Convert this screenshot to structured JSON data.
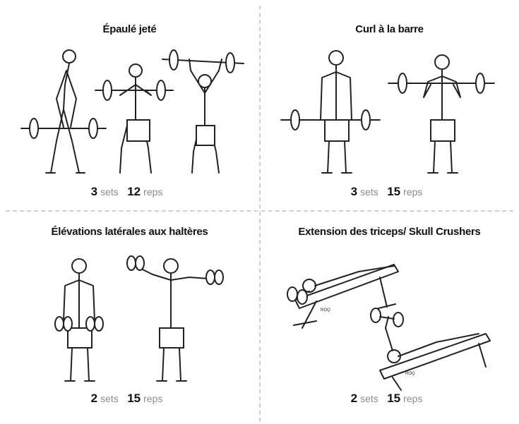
{
  "exercises": [
    {
      "title": "Épaulé jeté",
      "sets": "3",
      "sets_unit": "sets",
      "reps": "12",
      "reps_unit": "reps"
    },
    {
      "title": "Curl à la barre",
      "sets": "3",
      "sets_unit": "sets",
      "reps": "15",
      "reps_unit": "reps"
    },
    {
      "title": "Élévations latérales aux haltères",
      "sets": "2",
      "sets_unit": "sets",
      "reps": "15",
      "reps_unit": "reps"
    },
    {
      "title": "Extension des triceps/ Skull Crushers",
      "sets": "2",
      "sets_unit": "sets",
      "reps": "15",
      "reps_unit": "reps"
    }
  ],
  "illustrations": [
    {
      "icon": "clean-and-jerk-illustration"
    },
    {
      "icon": "barbell-curl-illustration"
    },
    {
      "icon": "lateral-raise-illustration"
    },
    {
      "icon": "skull-crusher-illustration",
      "bench_label": "ROQ"
    }
  ]
}
